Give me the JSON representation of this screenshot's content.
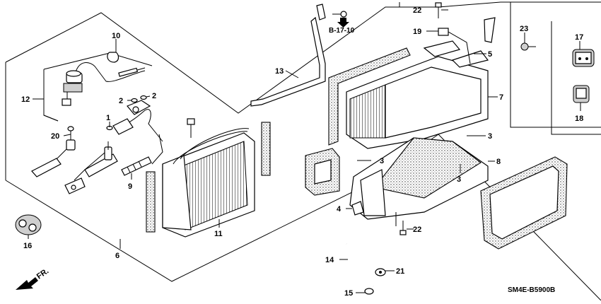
{
  "callouts": {
    "p1": "1",
    "p2a": "2",
    "p2b": "2",
    "p3a": "3",
    "p3b": "3",
    "p3c": "3",
    "p4": "4",
    "p5": "5",
    "p6": "6",
    "p7": "7",
    "p8": "8",
    "p9": "9",
    "p10": "10",
    "p11": "11",
    "p12": "12",
    "p13": "13",
    "p14": "14",
    "p15": "15",
    "p16": "16",
    "p17": "17",
    "p18": "18",
    "p19": "19",
    "p20": "20",
    "p21": "21",
    "p22a": "22",
    "p22b": "22",
    "p23": "23"
  },
  "reference": "B-17-10",
  "front_label": "FR.",
  "diagram_code": "SM4E-B5900B",
  "icons": {
    "front": "front-arrow-icon",
    "ref": "ref-down-arrow-icon"
  }
}
